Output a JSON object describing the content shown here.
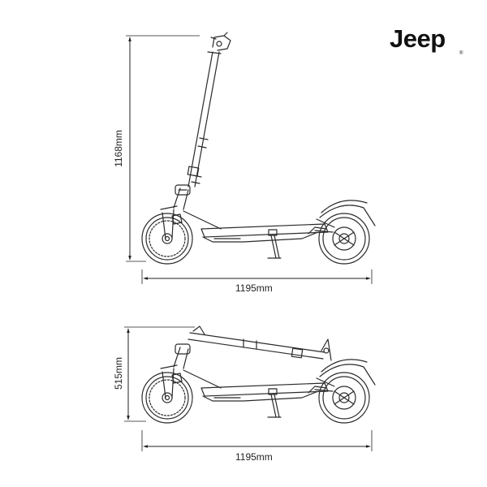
{
  "brand": {
    "name": "Jeep",
    "mark": "®"
  },
  "unfolded": {
    "height_label": "1168mm",
    "length_label": "1195mm"
  },
  "folded": {
    "height_label": "515mm",
    "length_label": "1195mm"
  }
}
